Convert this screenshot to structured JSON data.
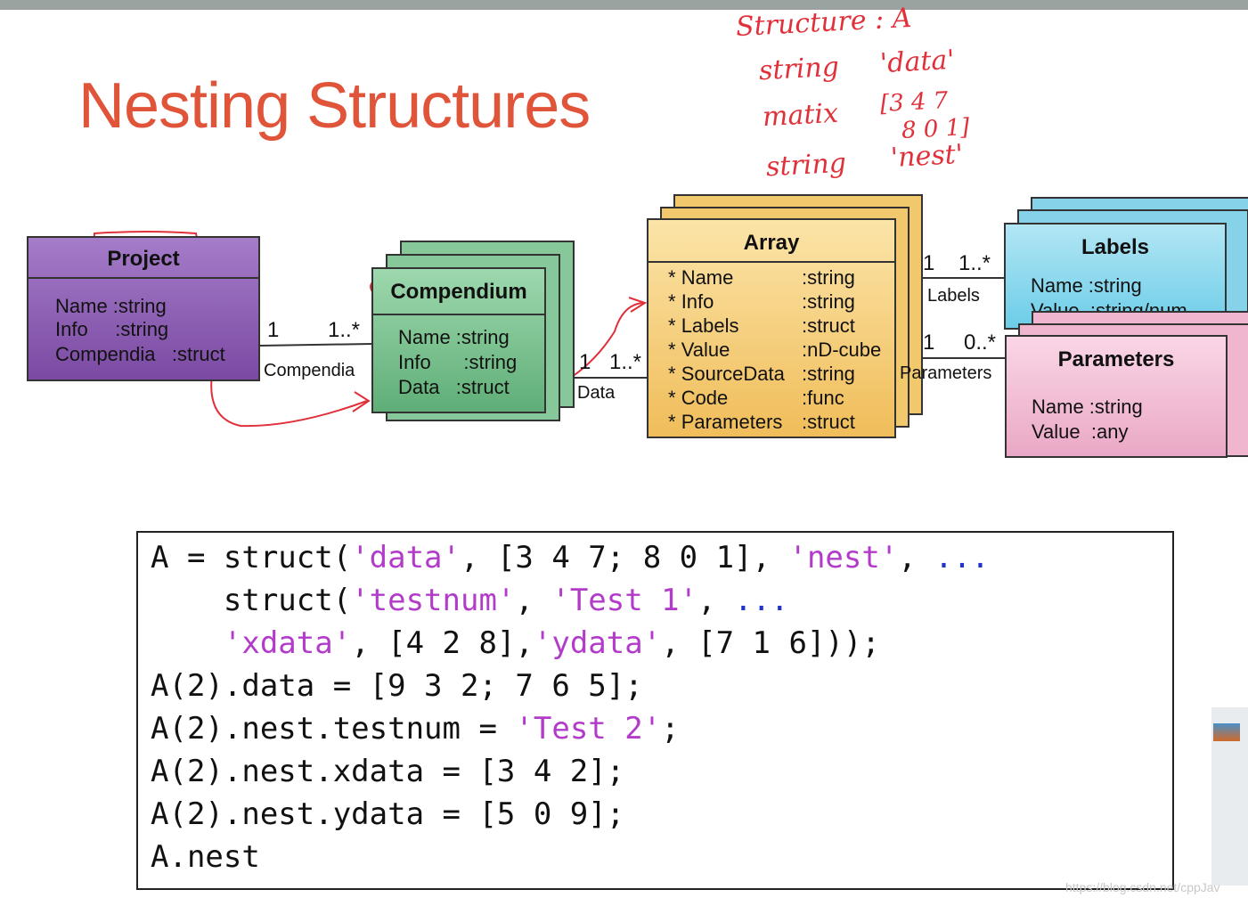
{
  "slide_title": "Nesting Structures",
  "handwriting": {
    "structure": "Structure : A",
    "string1": "string",
    "data": "'data'",
    "matrix": "matix",
    "matrix_row1": "[3 4 7",
    "matrix_row2": "8 0 1]",
    "string2": "string",
    "nest": "'nest'"
  },
  "diagram": {
    "project": {
      "title": "Project",
      "fields": [
        "Name :string",
        "Info     :string",
        "Compendia   :struct"
      ]
    },
    "compendium": {
      "title": "Compendium",
      "fields": [
        "Name :string",
        "Info      :string",
        "Data   :struct"
      ]
    },
    "array": {
      "title": "Array",
      "fields": [
        {
          "name": "Name",
          "type": ":string"
        },
        {
          "name": "Info",
          "type": ":string"
        },
        {
          "name": "Labels",
          "type": ":struct"
        },
        {
          "name": "Value",
          "type": ":nD-cube"
        },
        {
          "name": "SourceData",
          "type": ":string"
        },
        {
          "name": "Code",
          "type": ":func"
        },
        {
          "name": "Parameters",
          "type": ":struct"
        }
      ]
    },
    "labels": {
      "title": "Labels",
      "fields": [
        "Name :string",
        "Value  :string/num"
      ]
    },
    "parameters": {
      "title": "Parameters",
      "fields": [
        "Name :string",
        "Value  :any"
      ]
    },
    "assoc": {
      "compendia": {
        "name": "Compendia",
        "left": "1",
        "right": "1..*"
      },
      "data": {
        "name": "Data",
        "left": "1",
        "right": "1..*"
      },
      "labels": {
        "name": "Labels",
        "left": "1",
        "right": "1..*"
      },
      "parameters": {
        "name": "Parameters",
        "left": "1",
        "right": "0..*"
      }
    }
  },
  "code": [
    [
      {
        "t": "A = struct(",
        "c": "n"
      },
      {
        "t": "'data'",
        "c": "s"
      },
      {
        "t": ", [3 4 7; 8 0 1], ",
        "c": "n"
      },
      {
        "t": "'nest'",
        "c": "s"
      },
      {
        "t": ", ",
        "c": "n"
      },
      {
        "t": "...",
        "c": "e"
      }
    ],
    [
      {
        "t": "    struct(",
        "c": "n"
      },
      {
        "t": "'testnum'",
        "c": "s"
      },
      {
        "t": ", ",
        "c": "n"
      },
      {
        "t": "'Test 1'",
        "c": "s"
      },
      {
        "t": ", ",
        "c": "n"
      },
      {
        "t": "...",
        "c": "e"
      }
    ],
    [
      {
        "t": "    ",
        "c": "n"
      },
      {
        "t": "'xdata'",
        "c": "s"
      },
      {
        "t": ", [4 2 8],",
        "c": "n"
      },
      {
        "t": "'ydata'",
        "c": "s"
      },
      {
        "t": ", [7 1 6]));",
        "c": "n"
      }
    ],
    [
      {
        "t": "A(2).data = [9 3 2; 7 6 5];",
        "c": "n"
      }
    ],
    [
      {
        "t": "A(2).nest.testnum = ",
        "c": "n"
      },
      {
        "t": "'Test 2'",
        "c": "s"
      },
      {
        "t": ";",
        "c": "n"
      }
    ],
    [
      {
        "t": "A(2).nest.xdata = [3 4 2];",
        "c": "n"
      }
    ],
    [
      {
        "t": "A(2).nest.ydata = [5 0 9];",
        "c": "n"
      }
    ],
    [
      {
        "t": "A.nest",
        "c": "n"
      }
    ]
  ],
  "watermark": "https://blog.csdn.net/cppJav",
  "colors": {
    "title": "#e0543a",
    "project": "#8c5cb0",
    "compendium": "#7cc494",
    "array": "#f6d07e",
    "labels": "#8fd8ec",
    "parameters": "#f2c0d6",
    "ink": "#e0303a"
  }
}
